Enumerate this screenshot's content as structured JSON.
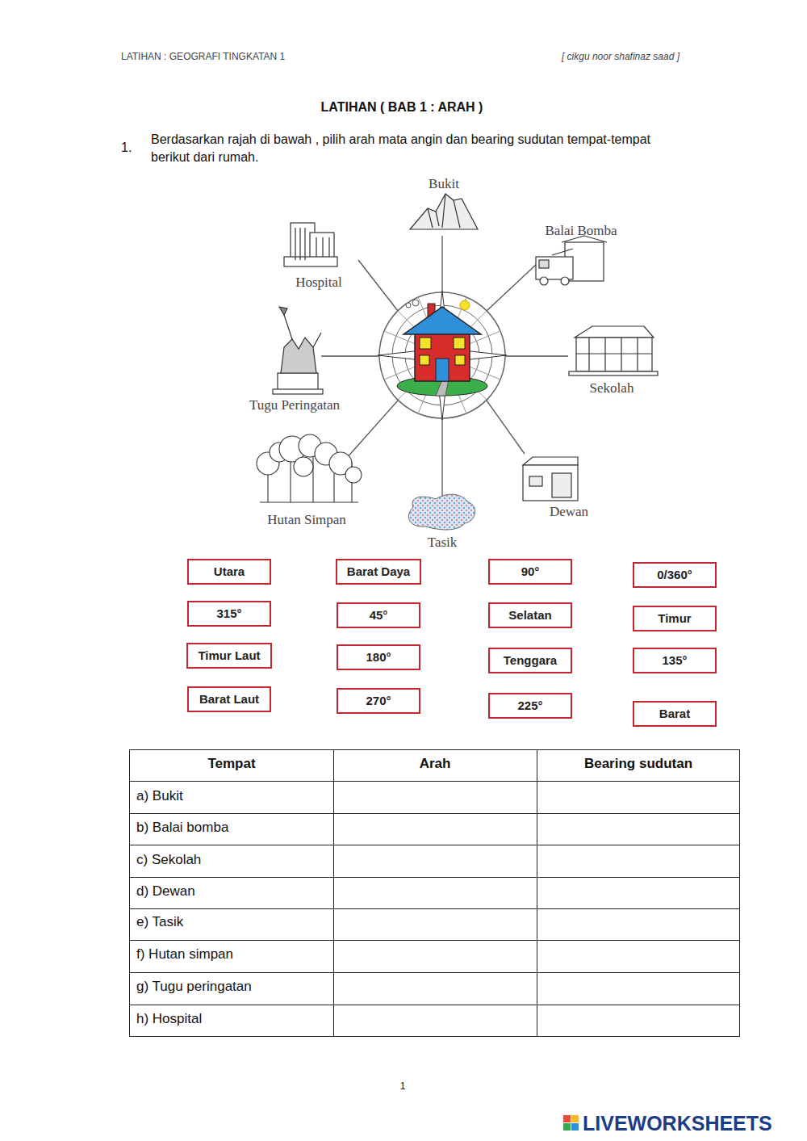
{
  "diagram": {
    "title": "LATIHAN  ( BAB 1 : ARAH )",
    "nodes": [
      {
        "text": [
          "Utara"
        ]
      },
      {
        "text": [
          "Barat Daya"
        ]
      },
      {
        "text": [
          "90°"
        ]
      },
      {
        "text": [
          "0/360°"
        ]
      },
      {
        "text": [
          "315°"
        ]
      },
      {
        "text": [
          "45°"
        ]
      },
      {
        "text": [
          "Selatan"
        ]
      },
      {
        "text": [
          "Timur"
        ]
      },
      {
        "text": [
          "Timur Laut"
        ]
      },
      {
        "text": [
          "180°"
        ]
      },
      {
        "text": [
          "Tenggara"
        ]
      },
      {
        "text": [
          "135°"
        ]
      },
      {
        "text": [
          "Barat Laut"
        ]
      },
      {
        "text": [
          "270°"
        ]
      },
      {
        "text": [
          "225°"
        ]
      },
      {
        "text": [
          "Barat"
        ]
      }
    ],
    "labels": [
      "LATIHAN  : GEOGRAFI TINGKATAN 1",
      "[ cikgu noor shafinaz saad ]",
      "1.",
      "Berdasarkan rajah di bawah , pilih arah mata angin dan bearing sudutan tempat-tempat berikut dari rumah.",
      "Bukit",
      "Balai Bomba",
      "Hospital",
      "Sekolah",
      "Tugu Peringatan",
      "Hutan Simpan",
      "Dewan",
      "Tasik",
      "Tempat",
      "Arah",
      "Bearing sudutan",
      "a) Bukit",
      "b) Balai bomba",
      "c) Sekolah",
      "d) Dewan",
      "e) Tasik",
      "f) Hutan simpan",
      "g) Tugu peringatan",
      "h) Hospital",
      "1",
      "LIVEWORKSHEETS"
    ]
  }
}
